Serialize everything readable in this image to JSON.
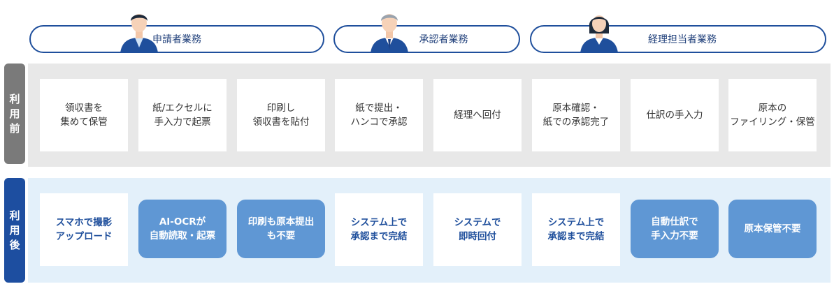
{
  "roles": [
    {
      "label": "申請者業務"
    },
    {
      "label": "承認者業務"
    },
    {
      "label": "経理担当者業務"
    }
  ],
  "before": {
    "label": [
      "利",
      "用",
      "前"
    ],
    "items": [
      "領収書を\n集めて保管",
      "紙/エクセルに\n手入力で起票",
      "印刷し\n領収書を貼付",
      "紙で提出・\nハンコで承認",
      "経理へ回付",
      "原本確認・\n紙での承認完了",
      "仕訳の手入力",
      "原本の\nファイリング・保管"
    ]
  },
  "after": {
    "label": [
      "利",
      "用",
      "後"
    ],
    "items": [
      {
        "text": "スマホで撮影\nアップロード",
        "style": "white"
      },
      {
        "text": "AI-OCRが\n自動読取・起票",
        "style": "blue"
      },
      {
        "text": "印刷も原本提出\nも不要",
        "style": "blue"
      },
      {
        "text": "システム上で\n承認まで完結",
        "style": "white"
      },
      {
        "text": "システムで\n即時回付",
        "style": "white"
      },
      {
        "text": "システム上で\n承認まで完結",
        "style": "white"
      },
      {
        "text": "自動仕訳で\n手入力不要",
        "style": "blue"
      },
      {
        "text": "原本保管不要",
        "style": "blue"
      }
    ]
  },
  "colors": {
    "accent": "#1f4f9c",
    "before_label": "#7a7a7a",
    "before_bg": "#e8e8e8",
    "after_label": "#1d4ea0",
    "after_bg": "#e3f0fa",
    "after_blue_card": "#5f97d4"
  }
}
